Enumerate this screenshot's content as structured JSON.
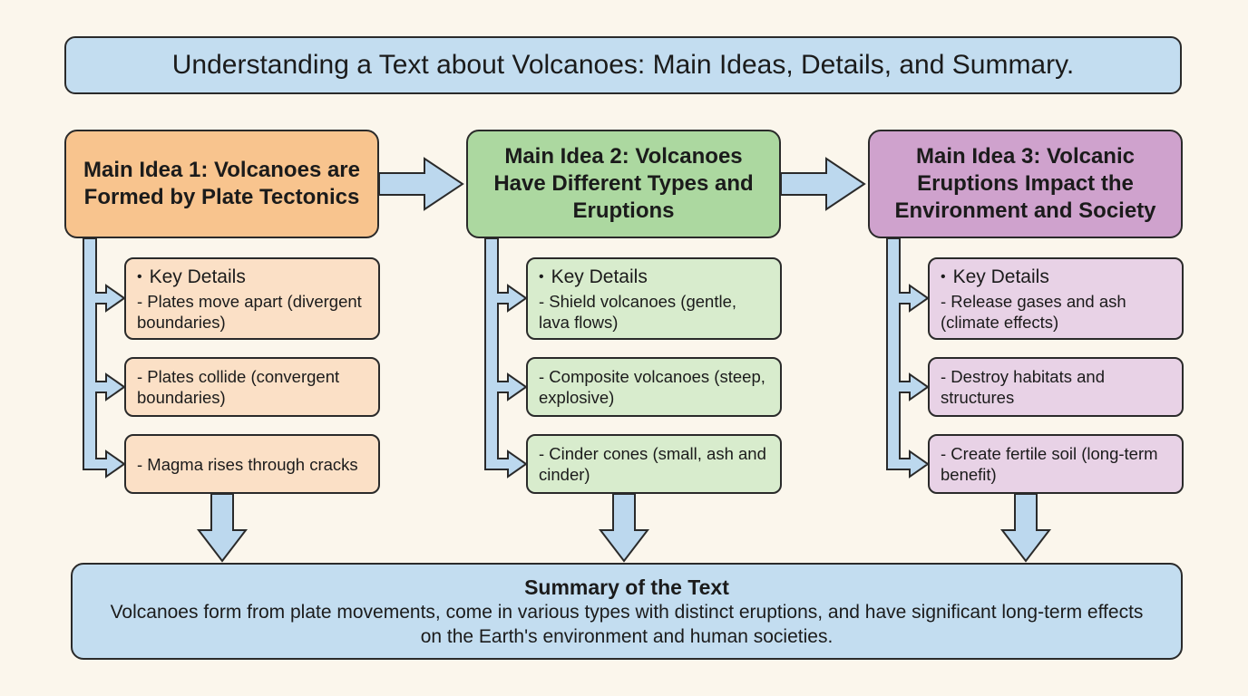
{
  "title": "Understanding a Text about Volcanoes: Main Ideas, Details, and Summary.",
  "columns": [
    {
      "main_idea": "Main Idea 1: Volcanoes are Formed by Plate Tectonics",
      "key_details_label": "Key Details",
      "details": [
        "- Plates move apart (divergent boundaries)",
        "- Plates collide (convergent boundaries)",
        "- Magma rises through cracks"
      ]
    },
    {
      "main_idea": "Main Idea 2: Volcanoes Have Different Types and Eruptions",
      "key_details_label": "Key Details",
      "details": [
        "- Shield volcanoes (gentle, lava flows)",
        "- Composite volcanoes (steep, explosive)",
        "- Cinder cones (small, ash and cinder)"
      ]
    },
    {
      "main_idea": "Main Idea 3: Volcanic Eruptions Impact the Environment and Society",
      "key_details_label": "Key Details",
      "details": [
        "- Release gases and ash (climate effects)",
        "- Destroy habitats and structures",
        "- Create fertile soil (long-term benefit)"
      ]
    }
  ],
  "summary": {
    "title": "Summary of the Text",
    "text": "Volcanoes form from plate movements, come in various types with distinct eruptions, and have significant long-term effects on the Earth's environment and human societies."
  },
  "colors": {
    "title_fill": "#c3ddf0",
    "arrow_fill": "#bcd8ee",
    "column_1": "#f8c48e",
    "column_2": "#acd8a0",
    "column_3": "#cfa2cd"
  }
}
